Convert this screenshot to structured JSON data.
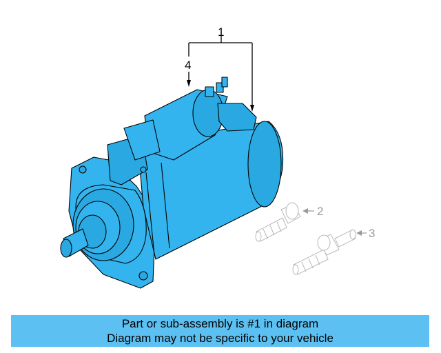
{
  "diagram": {
    "callouts": [
      {
        "id": "1",
        "label": "1"
      },
      {
        "id": "2",
        "label": "2"
      },
      {
        "id": "3",
        "label": "3"
      },
      {
        "id": "4",
        "label": "4"
      }
    ],
    "colors": {
      "highlight": "#34b4ee",
      "outline": "#000000",
      "ghost_outline": "#b8b8b8",
      "banner": "#5cc1f2"
    },
    "icons": [
      "starter-motor-icon",
      "bolt-icon",
      "stud-bolt-icon"
    ]
  },
  "banner": {
    "line1": "Part or sub-assembly is #1 in diagram",
    "line2": "Diagram may not be specific to your vehicle"
  }
}
